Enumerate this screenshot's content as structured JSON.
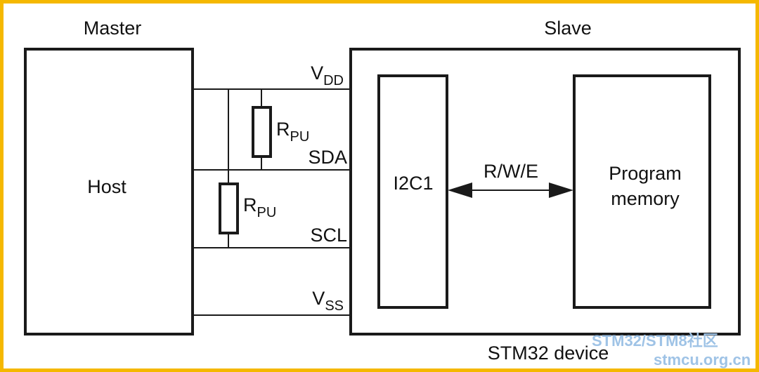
{
  "labels": {
    "master": "Master",
    "slave": "Slave",
    "host": "Host",
    "i2c": "I2C1",
    "program_line1": "Program",
    "program_line2": "memory",
    "rw": "R/W/E",
    "device": "STM32 device",
    "vdd_main": "V",
    "vdd_sub": "DD",
    "vss_main": "V",
    "vss_sub": "SS",
    "sda": "SDA",
    "scl": "SCL",
    "rpu_main": "R",
    "rpu_sub": "PU"
  },
  "watermark": {
    "line1": "STM32/STM8社区",
    "line2": "stmcu.org.cn"
  },
  "colors": {
    "frame": "#f5b800",
    "stroke": "#1a1a1a",
    "watermark": "#9fc3e6"
  }
}
